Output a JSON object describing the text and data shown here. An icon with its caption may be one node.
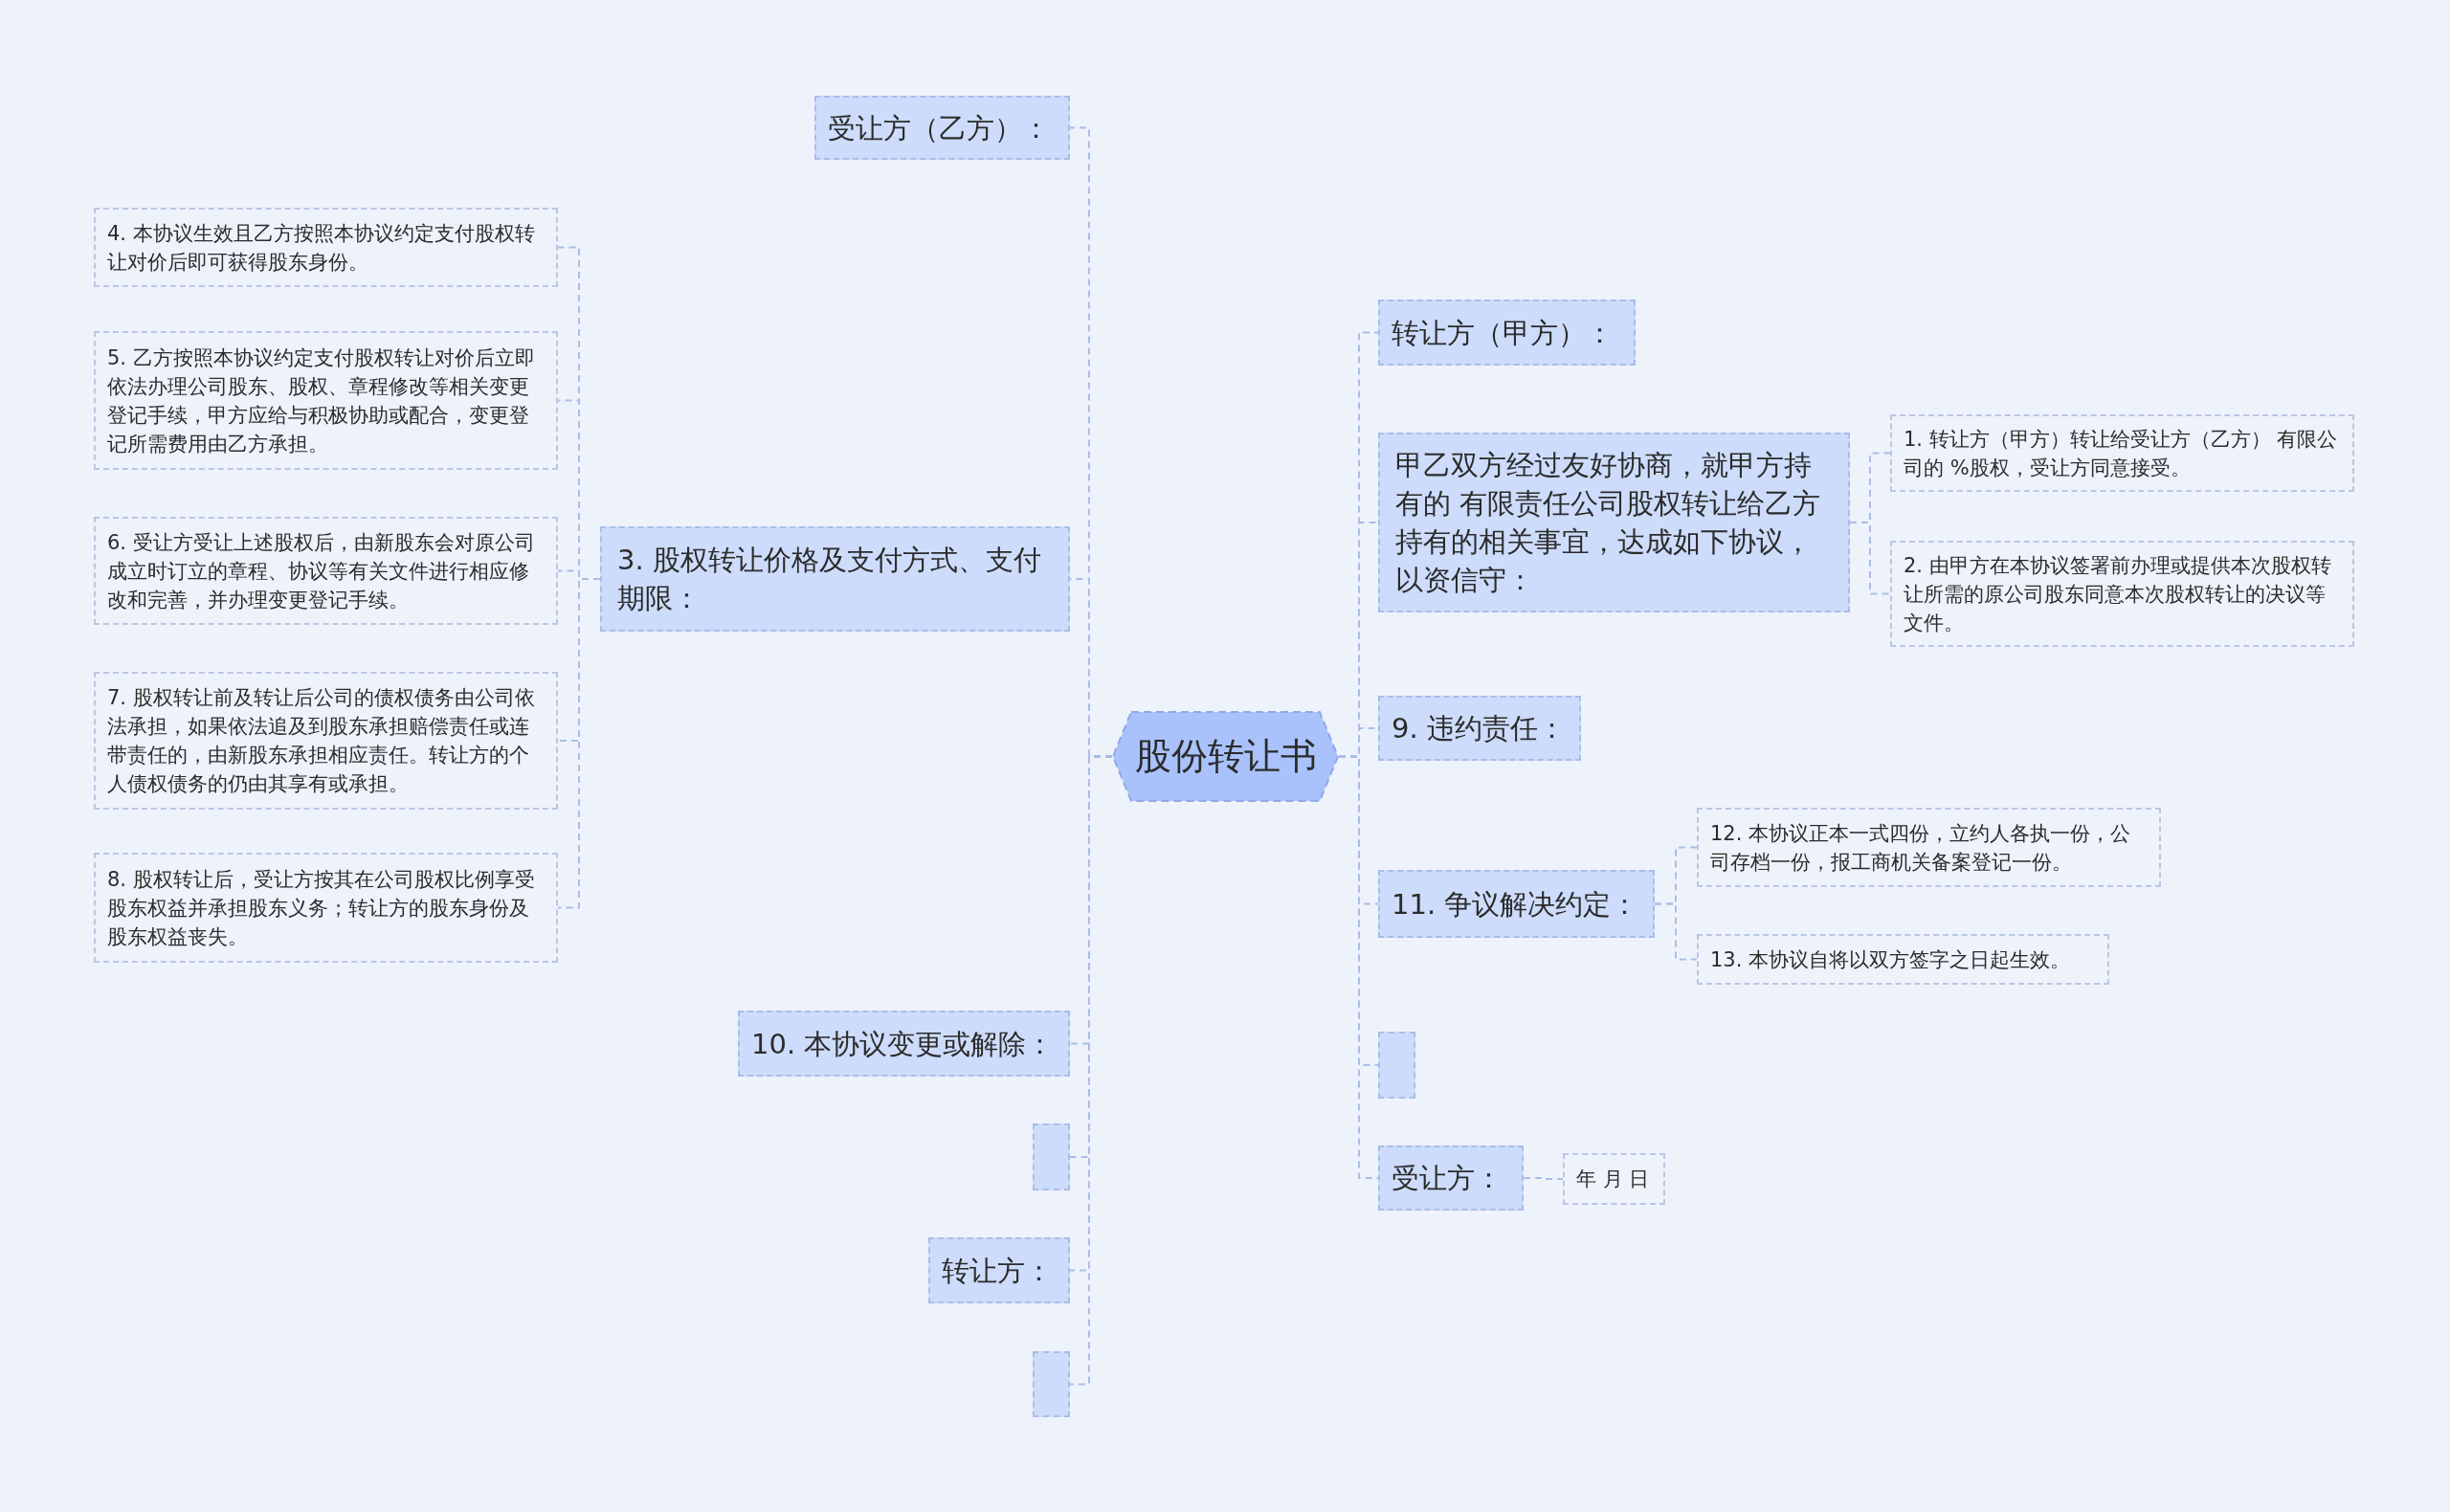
{
  "diagram": {
    "nodes": [
      {
        "text": [
          "股份转让书"
        ]
      },
      {
        "text": [
          "受让方（乙方）："
        ]
      },
      {
        "text": [
          "3. 股权转让价格及支付方式、支付期限："
        ]
      },
      {
        "text": [
          "4. 本协议生效且乙方按照本协议约定支付股权转让对价后即可获得股东身份。"
        ]
      },
      {
        "text": [
          "5. 乙方按照本协议约定支付股权转让对价后立即依法办理公司股东、股权、章程修改等相关变更登记手续，甲方应给与积极协助或配合，变更登记所需费用由乙方承担。"
        ]
      },
      {
        "text": [
          "6. 受让方受让上述股权后，由新股东会对原公司成立时订立的章程、协议等有关文件进行相应修改和完善，并办理变更登记手续。"
        ]
      },
      {
        "text": [
          "7. 股权转让前及转让后公司的债权债务由公司依法承担，如果依法追及到股东承担赔偿责任或连带责任的，由新股东承担相应责任。转让方的个人债权债务的仍由其享有或承担。"
        ]
      },
      {
        "text": [
          "8. 股权转让后，受让方按其在公司股权比例享受股东权益并承担股东义务；转让方的股东身份及股东权益丧失。"
        ]
      },
      {
        "text": [
          "10. 本协议变更或解除："
        ]
      },
      {
        "text": [],
        "shape": "box"
      },
      {
        "text": [
          "转让方："
        ]
      },
      {
        "text": [],
        "shape": "box"
      },
      {
        "text": [
          "转让方（甲方）："
        ]
      },
      {
        "text": [
          "甲乙双方经过友好协商，就甲方持有的 有限责任公司股权转让给乙方持有的相关事宜，达成如下协议，以资信守："
        ]
      },
      {
        "text": [
          "1. 转让方（甲方）转让给受让方（乙方） 有限公司的 %股权，受让方同意接受。"
        ]
      },
      {
        "text": [
          "2. 由甲方在本协议签署前办理或提供本次股权转让所需的原公司股东同意本次股权转让的决议等文件。"
        ]
      },
      {
        "text": [
          "9. 违约责任："
        ]
      },
      {
        "text": [
          "11. 争议解决约定："
        ]
      },
      {
        "text": [
          "12. 本协议正本一式四份，立约人各执一份，公司存档一份，报工商机关备案登记一份。"
        ]
      },
      {
        "text": [
          "13. 本协议自将以双方签字之日起生效。"
        ]
      },
      {
        "text": [],
        "shape": "box"
      },
      {
        "text": [
          "受让方："
        ]
      },
      {
        "text": [
          "年 月 日"
        ]
      }
    ],
    "edges": [
      {
        "from": 0,
        "to": 1,
        "arrow": "none"
      },
      {
        "from": 0,
        "to": 2,
        "arrow": "none"
      },
      {
        "from": 2,
        "to": 3,
        "arrow": "none"
      },
      {
        "from": 2,
        "to": 4,
        "arrow": "none"
      },
      {
        "from": 2,
        "to": 5,
        "arrow": "none"
      },
      {
        "from": 2,
        "to": 6,
        "arrow": "none"
      },
      {
        "from": 2,
        "to": 7,
        "arrow": "none"
      },
      {
        "from": 0,
        "to": 8,
        "arrow": "none"
      },
      {
        "from": 0,
        "to": 9,
        "arrow": "none"
      },
      {
        "from": 0,
        "to": 10,
        "arrow": "none"
      },
      {
        "from": 0,
        "to": 11,
        "arrow": "none"
      },
      {
        "from": 0,
        "to": 12,
        "arrow": "none"
      },
      {
        "from": 0,
        "to": 13,
        "arrow": "none"
      },
      {
        "from": 13,
        "to": 14,
        "arrow": "none"
      },
      {
        "from": 13,
        "to": 15,
        "arrow": "none"
      },
      {
        "from": 0,
        "to": 16,
        "arrow": "none"
      },
      {
        "from": 0,
        "to": 17,
        "arrow": "none"
      },
      {
        "from": 17,
        "to": 18,
        "arrow": "none"
      },
      {
        "from": 17,
        "to": 19,
        "arrow": "none"
      },
      {
        "from": 0,
        "to": 20,
        "arrow": "none"
      },
      {
        "from": 0,
        "to": 21,
        "arrow": "none"
      },
      {
        "from": 21,
        "to": 22,
        "arrow": "none"
      }
    ]
  }
}
